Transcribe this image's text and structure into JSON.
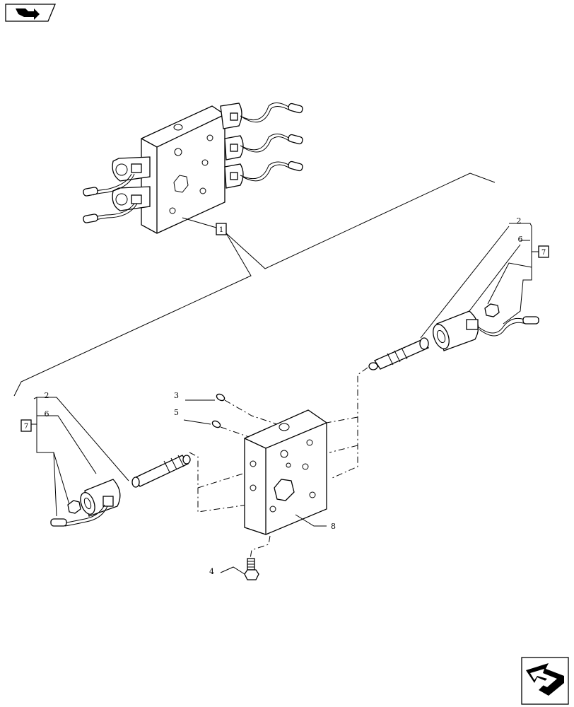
{
  "labels": {
    "callout_top": "1",
    "right_2": "2",
    "right_6": "6",
    "right_7": "7",
    "left_2": "2",
    "left_6": "6",
    "left_7": "7",
    "item_3": "3",
    "item_5": "5",
    "item_4": "4",
    "item_8": "8"
  },
  "icons": {
    "top_left": "previous-page-icon",
    "bottom_right": "next-page-icon"
  }
}
